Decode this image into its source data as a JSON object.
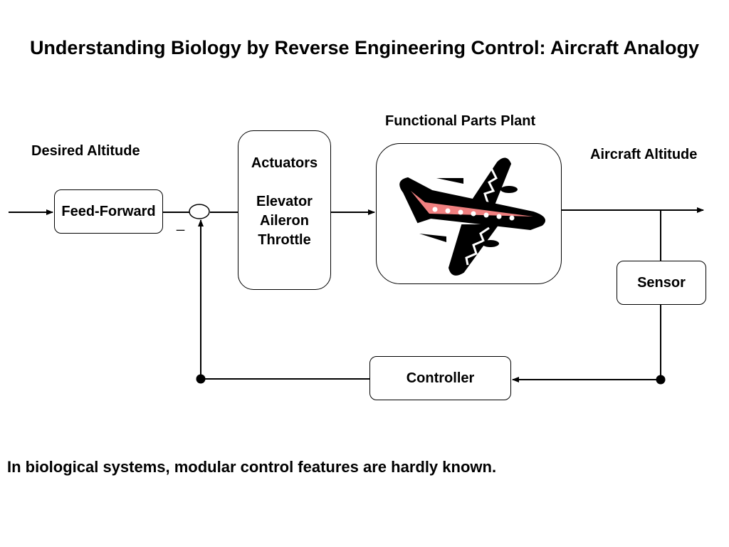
{
  "title": "Understanding Biology by Reverse Engineering Control: Aircraft Analogy",
  "labels": {
    "desired_altitude": "Desired Altitude",
    "functional_parts_plant": "Functional Parts Plant",
    "aircraft_altitude": "Aircraft Altitude",
    "minus_sign": "_"
  },
  "blocks": {
    "feed_forward": "Feed-Forward",
    "actuators": {
      "heading": "Actuators",
      "items": [
        "Elevator",
        "Aileron",
        "Throttle"
      ]
    },
    "plant_icon": "airplane-icon",
    "sensor": "Sensor",
    "controller": "Controller"
  },
  "footnote": "In biological systems, modular control features are hardly known.",
  "colors": {
    "line": "#000000",
    "fuselage_stripe": "#f08080"
  }
}
